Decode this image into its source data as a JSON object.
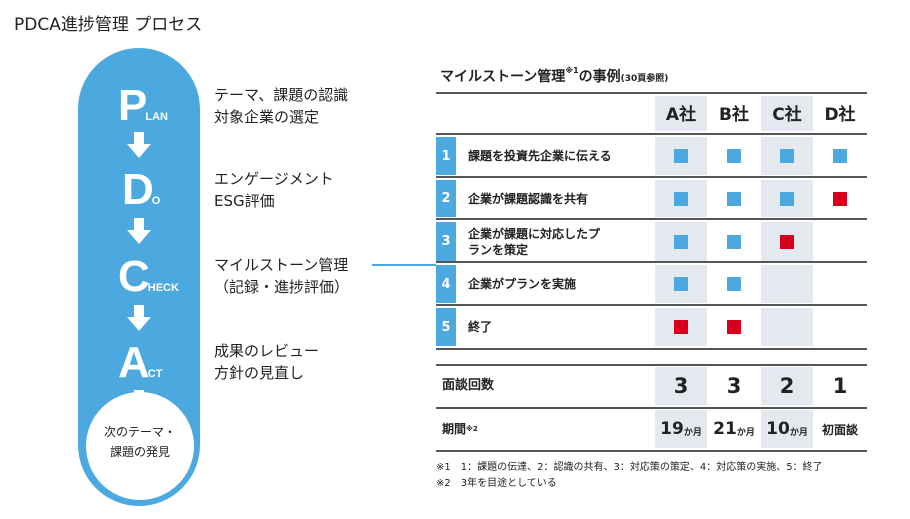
{
  "title": "PDCA進捗管理 プロセス",
  "stages": [
    {
      "letter": "P",
      "rest": "LAN",
      "desc": [
        "テーマ、課題の認識",
        "対象企業の選定"
      ]
    },
    {
      "letter": "D",
      "rest": "O",
      "desc": [
        "エンゲージメント",
        "ESG評価"
      ]
    },
    {
      "letter": "C",
      "rest": "HECK",
      "desc": [
        "マイルストーン管理",
        "（記録・進捗評価）"
      ]
    },
    {
      "letter": "A",
      "rest": "CT",
      "desc": [
        "成果のレビュー",
        "方針の見直し"
      ]
    }
  ],
  "next": [
    "次のテーマ・",
    "課題の発見"
  ],
  "table": {
    "title": "マイルストーン管理",
    "title_sup": "※1",
    "title_rest": "の事例",
    "ref": "(30頁参照)",
    "companies": [
      "A社",
      "B社",
      "C社",
      "D社"
    ],
    "rows": [
      {
        "num": "1",
        "label": "課題を投資先企業に伝える",
        "marks": [
          "blue",
          "blue",
          "blue",
          "blue"
        ]
      },
      {
        "num": "2",
        "label": "企業が課題認識を共有",
        "marks": [
          "blue",
          "blue",
          "blue",
          "red"
        ]
      },
      {
        "num": "3",
        "label": "企業が課題に対応したプランを策定",
        "marks": [
          "blue",
          "blue",
          "red",
          ""
        ]
      },
      {
        "num": "4",
        "label": "企業がプランを実施",
        "marks": [
          "blue",
          "blue",
          "",
          ""
        ]
      },
      {
        "num": "5",
        "label": "終了",
        "marks": [
          "red",
          "red",
          "",
          ""
        ]
      }
    ],
    "interviews": {
      "label": "面談回数",
      "values": [
        "3",
        "3",
        "2",
        "1"
      ]
    },
    "period": {
      "label": "期間",
      "sup": "※2",
      "values": [
        {
          "n": "19",
          "u": "か月"
        },
        {
          "n": "21",
          "u": "か月"
        },
        {
          "n": "10",
          "u": "か月"
        },
        {
          "n": "初面談",
          "u": ""
        }
      ]
    }
  },
  "footnotes": [
    "※1　1：課題の伝達、2：認識の共有、3：対応策の策定、4：対応策の実施、5：終了",
    "※2　3年を目途としている"
  ],
  "colors": {
    "blue": "#4ba9e0",
    "red": "#d7001c",
    "shade": "#e3e9ee"
  }
}
